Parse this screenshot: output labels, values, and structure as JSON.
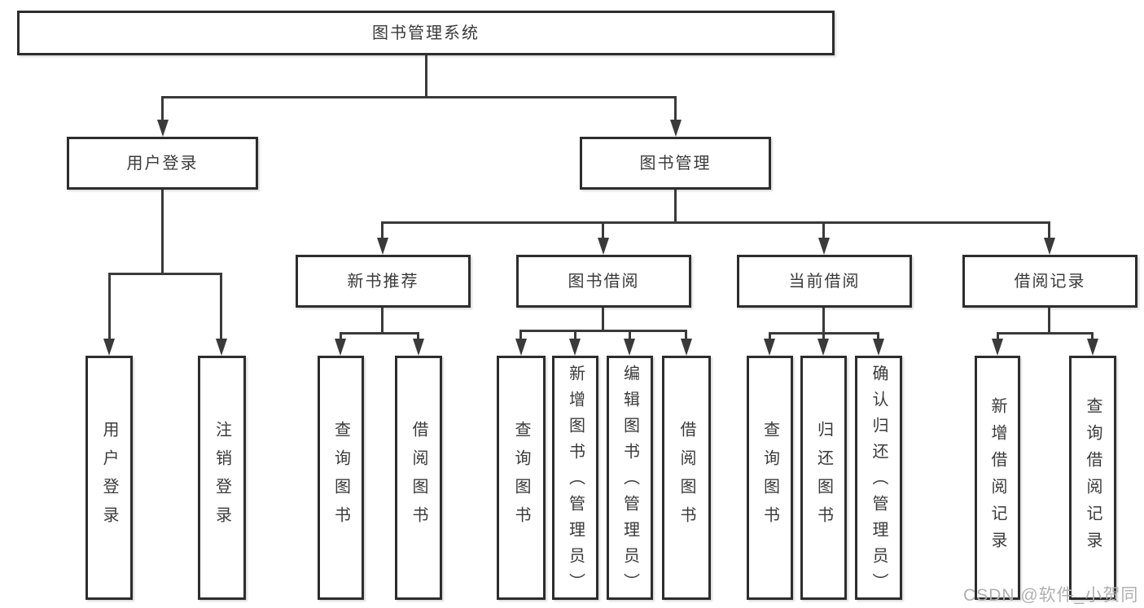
{
  "diagram": {
    "root": {
      "label": "图书管理系统",
      "children": [
        {
          "label": "用户登录",
          "children": [
            {
              "label": "用户登录"
            },
            {
              "label": "注销登录"
            }
          ]
        },
        {
          "label": "图书管理",
          "children": [
            {
              "label": "新书推荐",
              "children": [
                {
                  "label": "查询图书"
                },
                {
                  "label": "借阅图书"
                }
              ]
            },
            {
              "label": "图书借阅",
              "children": [
                {
                  "label": "查询图书"
                },
                {
                  "label": "新增图书（管理员）"
                },
                {
                  "label": "编辑图书（管理员）"
                },
                {
                  "label": "借阅图书"
                }
              ]
            },
            {
              "label": "当前借阅",
              "children": [
                {
                  "label": "查询图书"
                },
                {
                  "label": "归还图书"
                },
                {
                  "label": "确认归还（管理员）"
                }
              ]
            },
            {
              "label": "借阅记录",
              "children": [
                {
                  "label": "新增借阅记录"
                },
                {
                  "label": "查询借阅记录"
                }
              ]
            }
          ]
        }
      ]
    }
  },
  "watermark": {
    "text": "CSDN @软件_小贺同学"
  },
  "colors": {
    "line": "#3a3a3a",
    "box_border": "#2d2d2d",
    "text": "#3a3a3a",
    "watermark": "#b0b0b0",
    "background": "#ffffff"
  }
}
